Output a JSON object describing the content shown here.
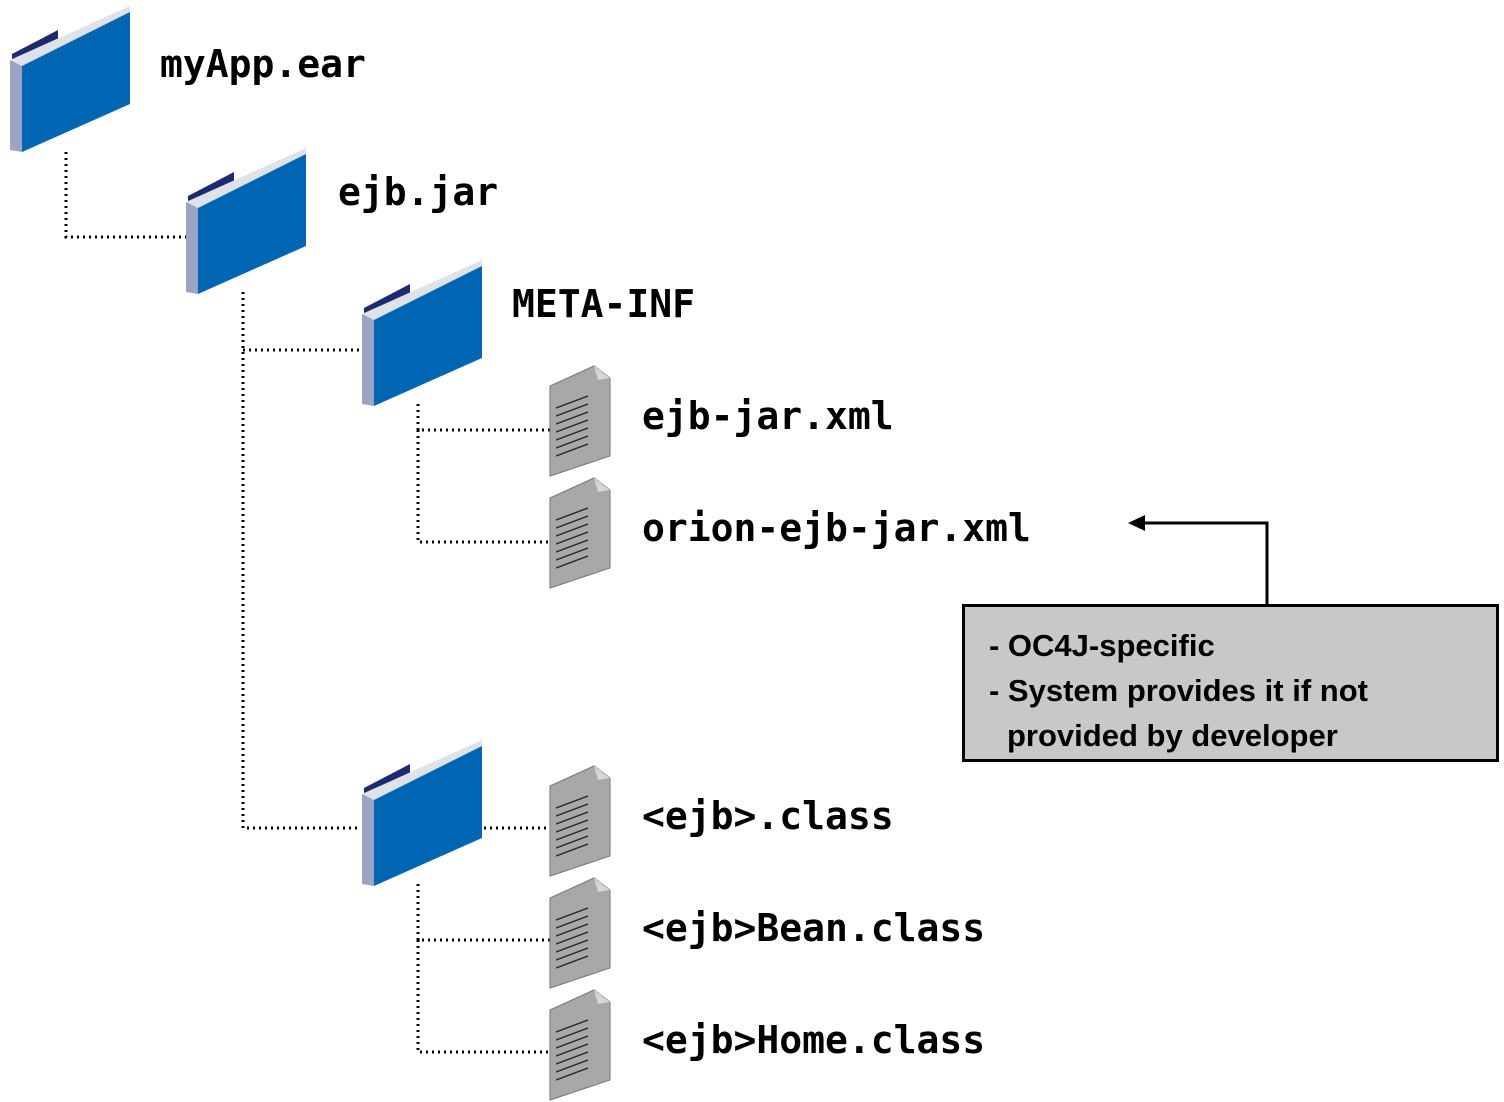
{
  "tree": {
    "root": {
      "label": "myApp.ear",
      "icon": "folder-icon"
    },
    "jar": {
      "label": "ejb.jar",
      "icon": "folder-icon"
    },
    "meta_inf": {
      "label": "META-INF",
      "icon": "folder-icon"
    },
    "ejb_jar_xml": {
      "label": "ejb-jar.xml",
      "icon": "document-icon"
    },
    "orion_xml": {
      "label": "orion-ejb-jar.xml",
      "icon": "document-icon"
    },
    "class_folder": {
      "label": "",
      "icon": "folder-icon"
    },
    "ejb_class": {
      "label": "<ejb>.class",
      "icon": "document-icon"
    },
    "bean_class": {
      "label": "<ejb>Bean.class",
      "icon": "document-icon"
    },
    "home_class": {
      "label": "<ejb>Home.class",
      "icon": "document-icon"
    }
  },
  "callout": {
    "line1": "- OC4J-specific",
    "line2": "- System provides it if not",
    "line3": "provided by developer"
  },
  "colors": {
    "folder_blue": "#0066b3",
    "folder_dark": "#1f2a6e",
    "file_gray": "#a8a8a8",
    "callout_bg": "#c8c8c8"
  }
}
